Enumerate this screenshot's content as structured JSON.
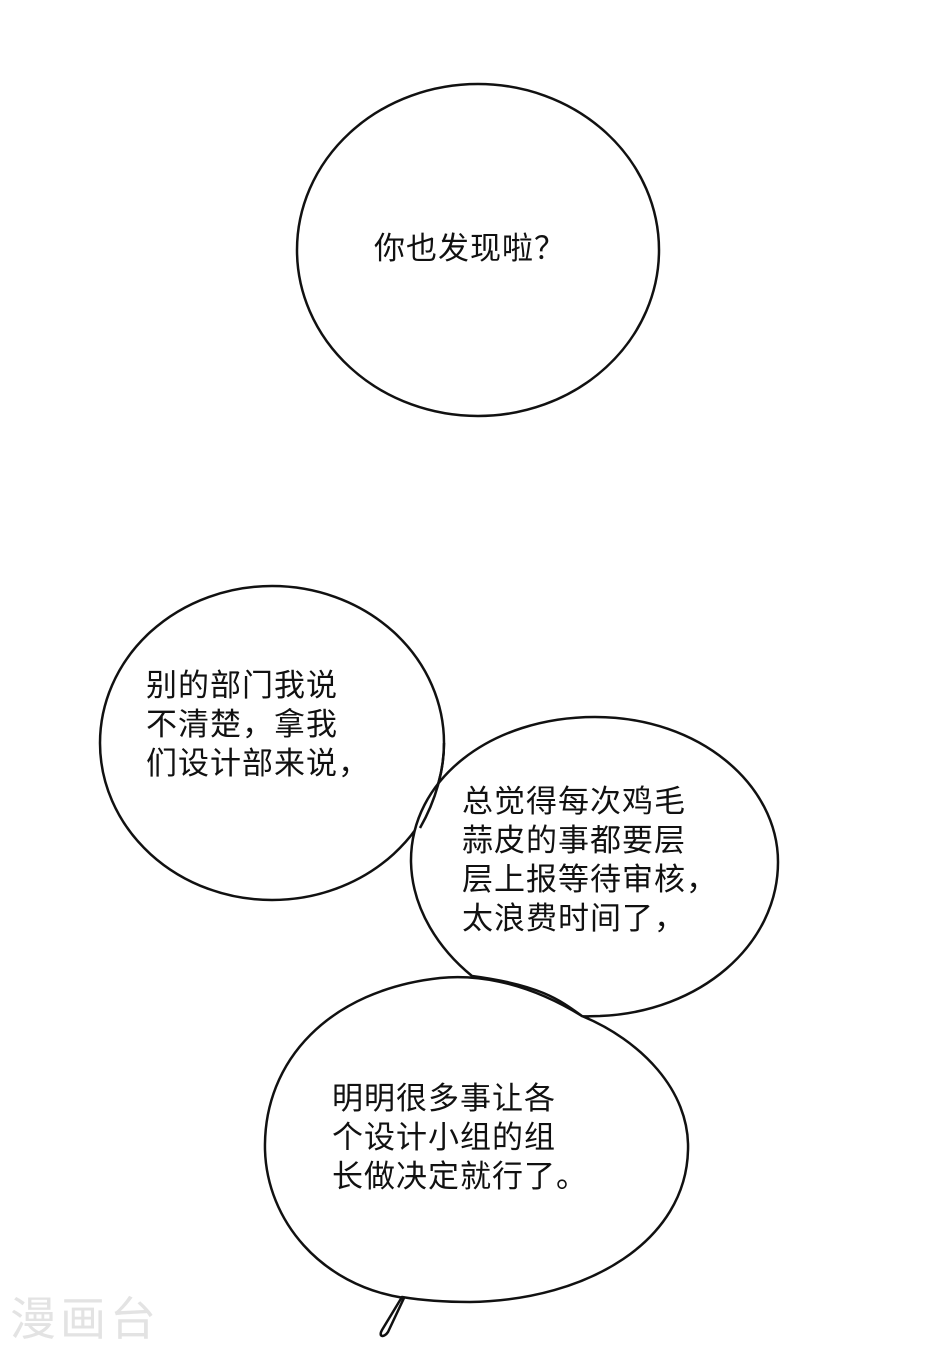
{
  "comic": {
    "bubbles": [
      {
        "id": "bubble-1",
        "text": "你也发现啦？"
      },
      {
        "id": "bubble-2",
        "lines": [
          "别的部门我说",
          "不清楚，拿我",
          "们设计部来说，"
        ]
      },
      {
        "id": "bubble-3",
        "lines": [
          "总觉得每次鸡毛",
          "蒜皮的事都要层",
          "层上报等待审核，",
          "太浪费时间了，"
        ]
      },
      {
        "id": "bubble-4",
        "lines": [
          "明明很多事让各",
          "个设计小组的组",
          "长做决定就行了。"
        ]
      }
    ],
    "watermark": "漫画台",
    "colors": {
      "background": "#ffffff",
      "outline": "#111111",
      "text": "#111111",
      "watermark": "#e3e3e3"
    }
  }
}
